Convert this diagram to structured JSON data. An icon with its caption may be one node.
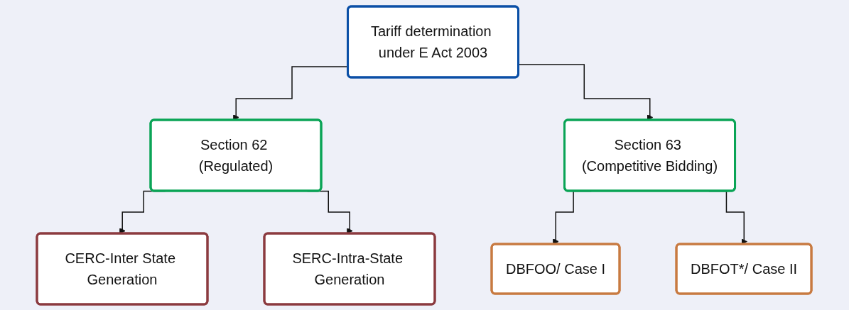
{
  "diagram": {
    "nodes": [
      {
        "text": [
          "Tariff determination under E Act 2003"
        ]
      },
      {
        "text": [
          "Section 62 (Regulated)"
        ]
      },
      {
        "text": [
          "Section 63 (Competitive Bidding)"
        ]
      },
      {
        "text": [
          "CERC-Inter State Generation"
        ]
      },
      {
        "text": [
          "SERC-Intra-State Generation"
        ]
      },
      {
        "text": [
          "DBFOO/ Case I"
        ]
      },
      {
        "text": [
          "DBFOT*/ Case II"
        ]
      }
    ],
    "edges": [
      {
        "from": 0,
        "to": 1,
        "arrow": "to"
      },
      {
        "from": 0,
        "to": 2,
        "arrow": "to"
      },
      {
        "from": 1,
        "to": 3,
        "arrow": "to"
      },
      {
        "from": 1,
        "to": 4,
        "arrow": "to"
      },
      {
        "from": 2,
        "to": 5,
        "arrow": "to"
      },
      {
        "from": 2,
        "to": 6,
        "arrow": "to"
      }
    ]
  }
}
